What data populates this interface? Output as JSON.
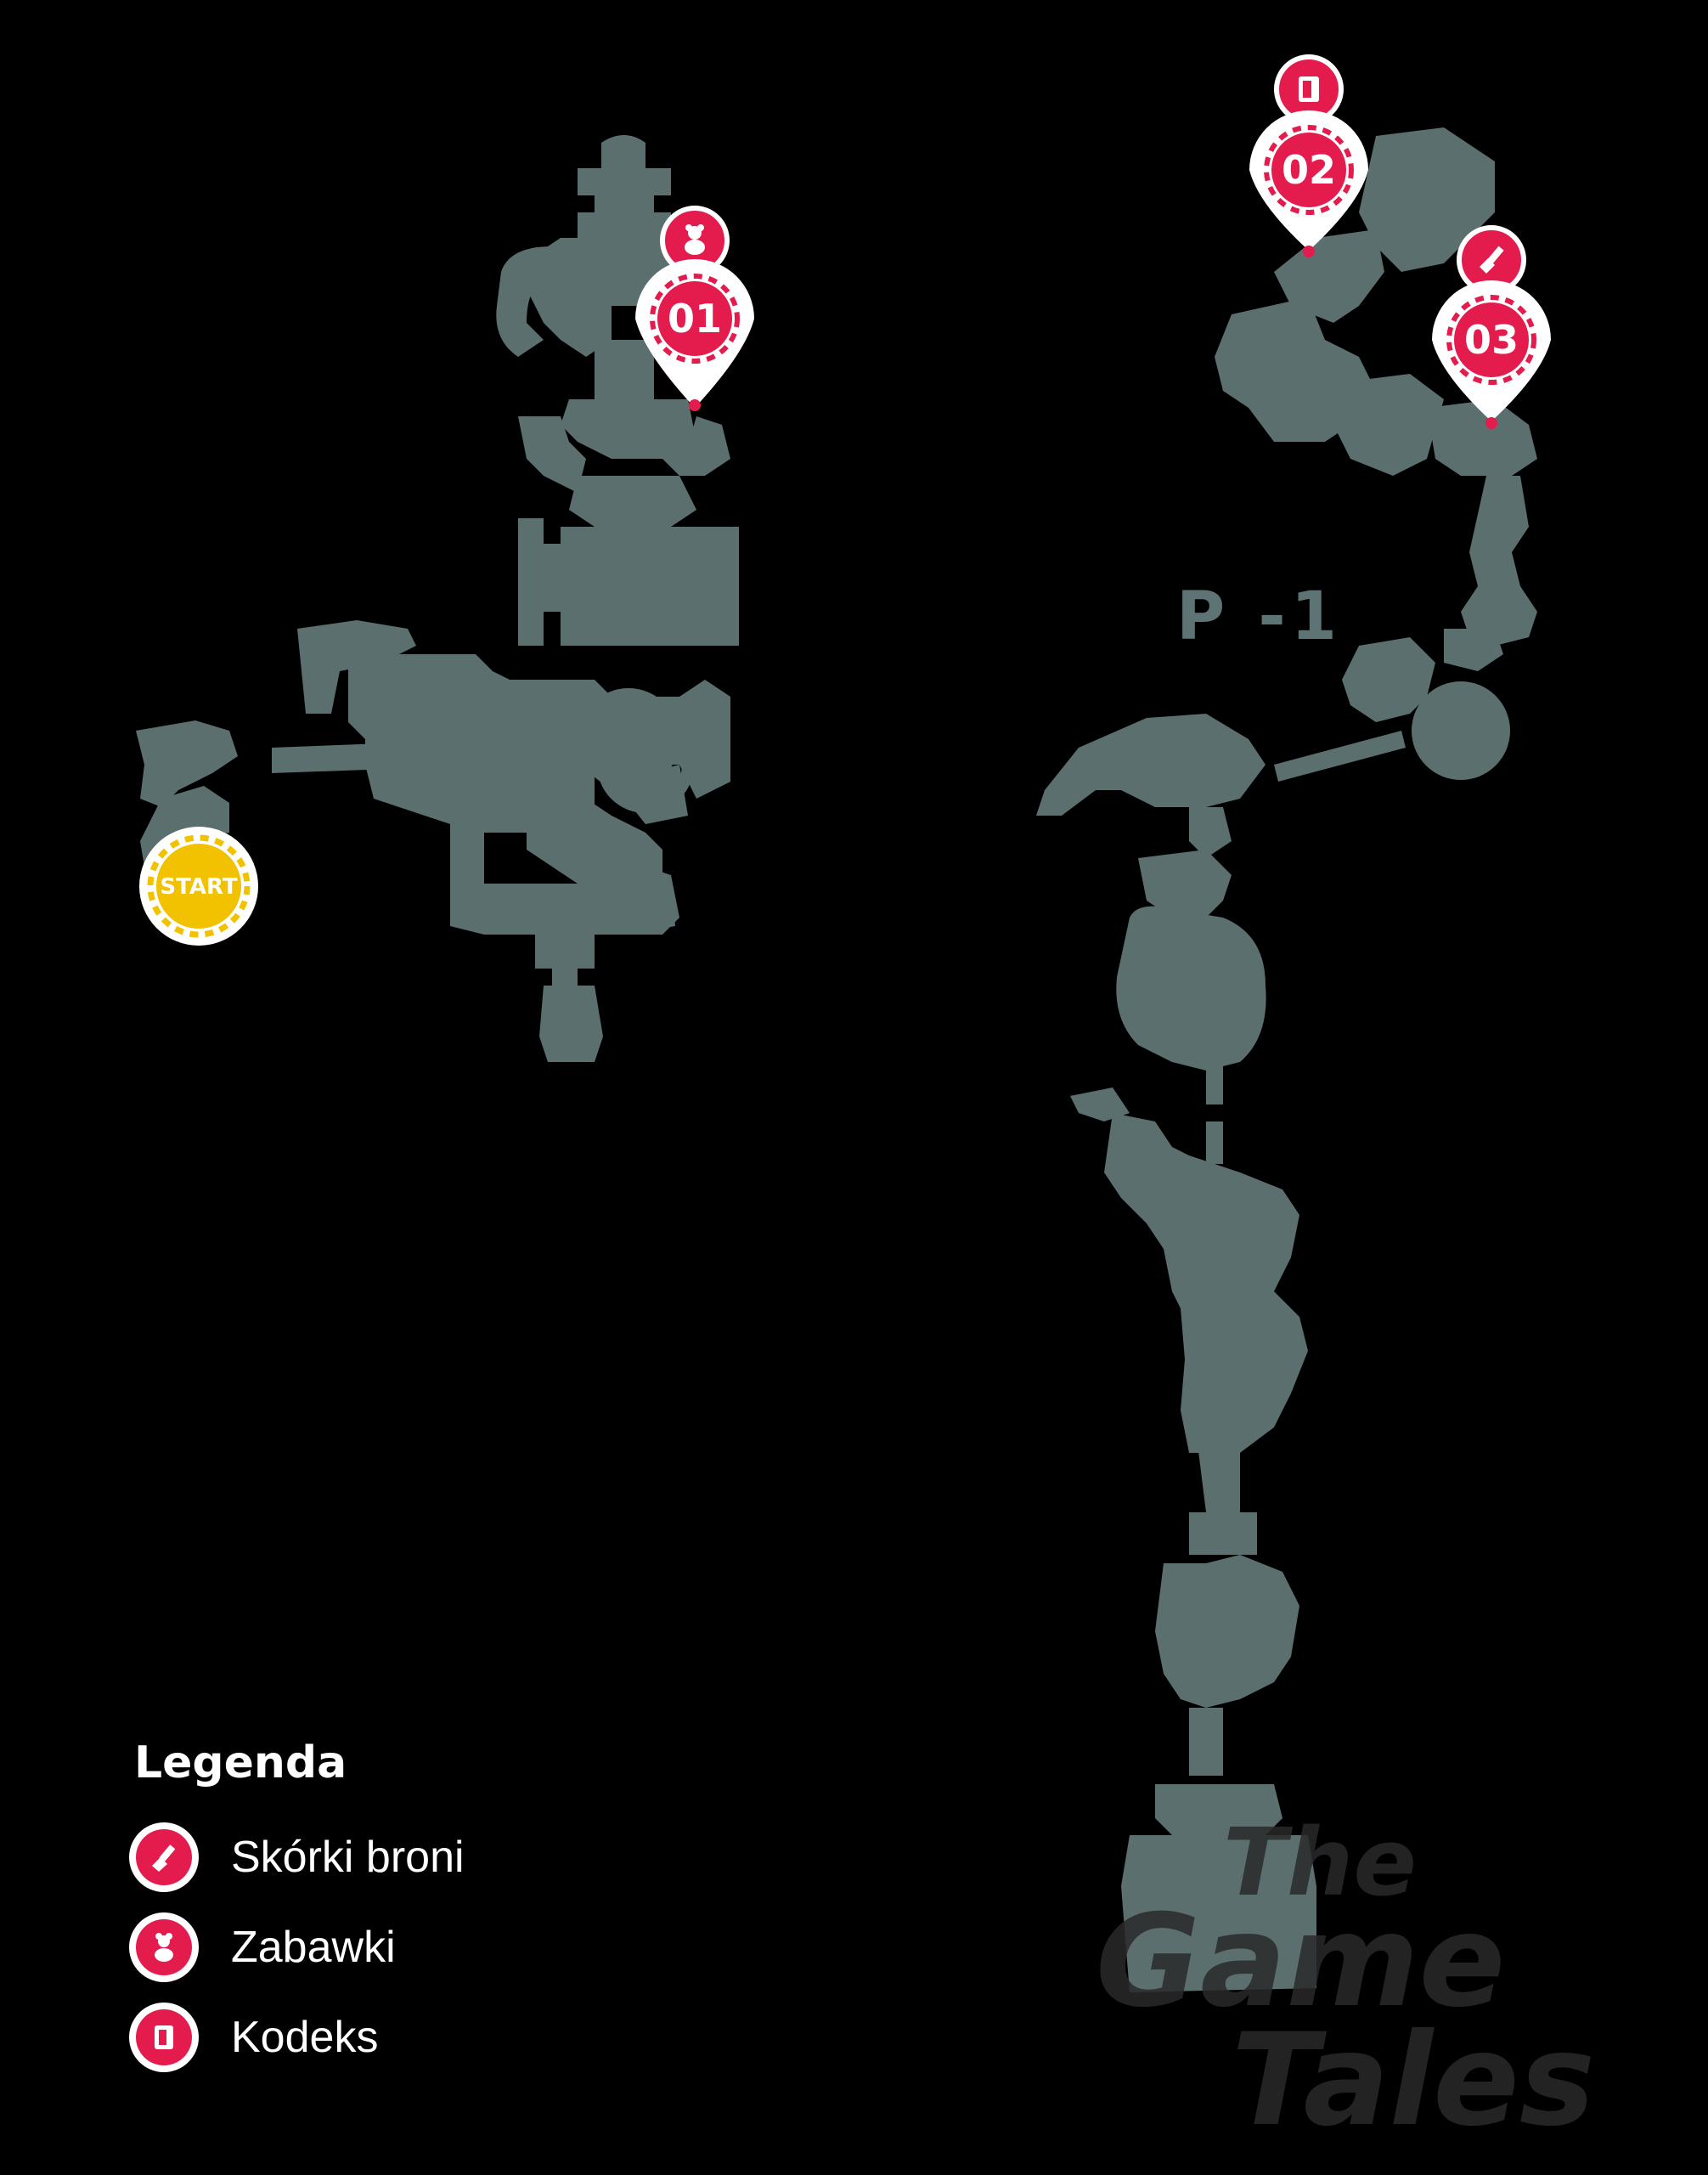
{
  "map": {
    "floor_label": "P -1",
    "start_label": "START",
    "watermark": [
      "The",
      "Game",
      "Tales"
    ]
  },
  "markers": [
    {
      "number": "01",
      "category_icon": "teddy-bear-icon"
    },
    {
      "number": "02",
      "category_icon": "codex-book-icon"
    },
    {
      "number": "03",
      "category_icon": "paint-brush-icon"
    }
  ],
  "legend": {
    "title": "Legenda",
    "items": [
      {
        "label": "Skórki broni",
        "icon": "paint-brush-icon"
      },
      {
        "label": "Zabawki",
        "icon": "teddy-bear-icon"
      },
      {
        "label": "Kodeks",
        "icon": "codex-book-icon"
      }
    ]
  },
  "colors": {
    "background": "#000000",
    "map_rooms": "#5b6f6f",
    "marker_red": "#e31c4d",
    "marker_white": "#ffffff",
    "start_yellow": "#f2c100",
    "watermark": "#2a2a2a"
  }
}
